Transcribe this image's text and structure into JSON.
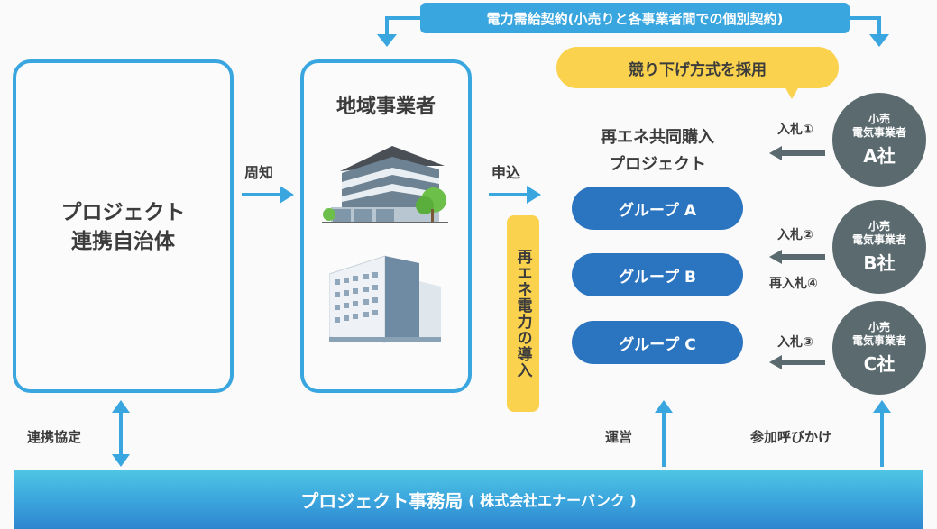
{
  "contract_bar": {
    "label": "電力需給契約(小売りと各事業者間での個別契約)"
  },
  "bubble": {
    "label": "競り下げ方式を採用"
  },
  "municipality_box": {
    "line1": "プロジェクト",
    "line2": "連携自治体"
  },
  "regional_box": {
    "title": "地域事業者"
  },
  "arrows": {
    "notify": "周知",
    "apply": "申込",
    "partnership": "連携協定",
    "operate": "運営",
    "invite": "参加呼びかけ"
  },
  "renewable_tag": {
    "label": "再エネ電力の導入"
  },
  "project": {
    "line1": "再エネ共同購入",
    "line2": "プロジェクト"
  },
  "groups": [
    {
      "label": "グループ A"
    },
    {
      "label": "グループ B"
    },
    {
      "label": "グループ C"
    }
  ],
  "bids": {
    "bid1": "入札①",
    "bid2": "入札②",
    "rebid4": "再入札④",
    "bid3": "入札③"
  },
  "retailers": [
    {
      "line1": "小売",
      "line2": "電気事業者",
      "name": "A社"
    },
    {
      "line1": "小売",
      "line2": "電気事業者",
      "name": "B社"
    },
    {
      "line1": "小売",
      "line2": "電気事業者",
      "name": "C社"
    }
  ],
  "footer": {
    "main": "プロジェクト事務局",
    "sub": "( 株式会社エナーバンク )"
  },
  "colors": {
    "accent_blue": "#3aa6df",
    "group_blue": "#2b74c0",
    "yellow": "#fad24d",
    "retailer_gray": "#5b6a6e"
  }
}
